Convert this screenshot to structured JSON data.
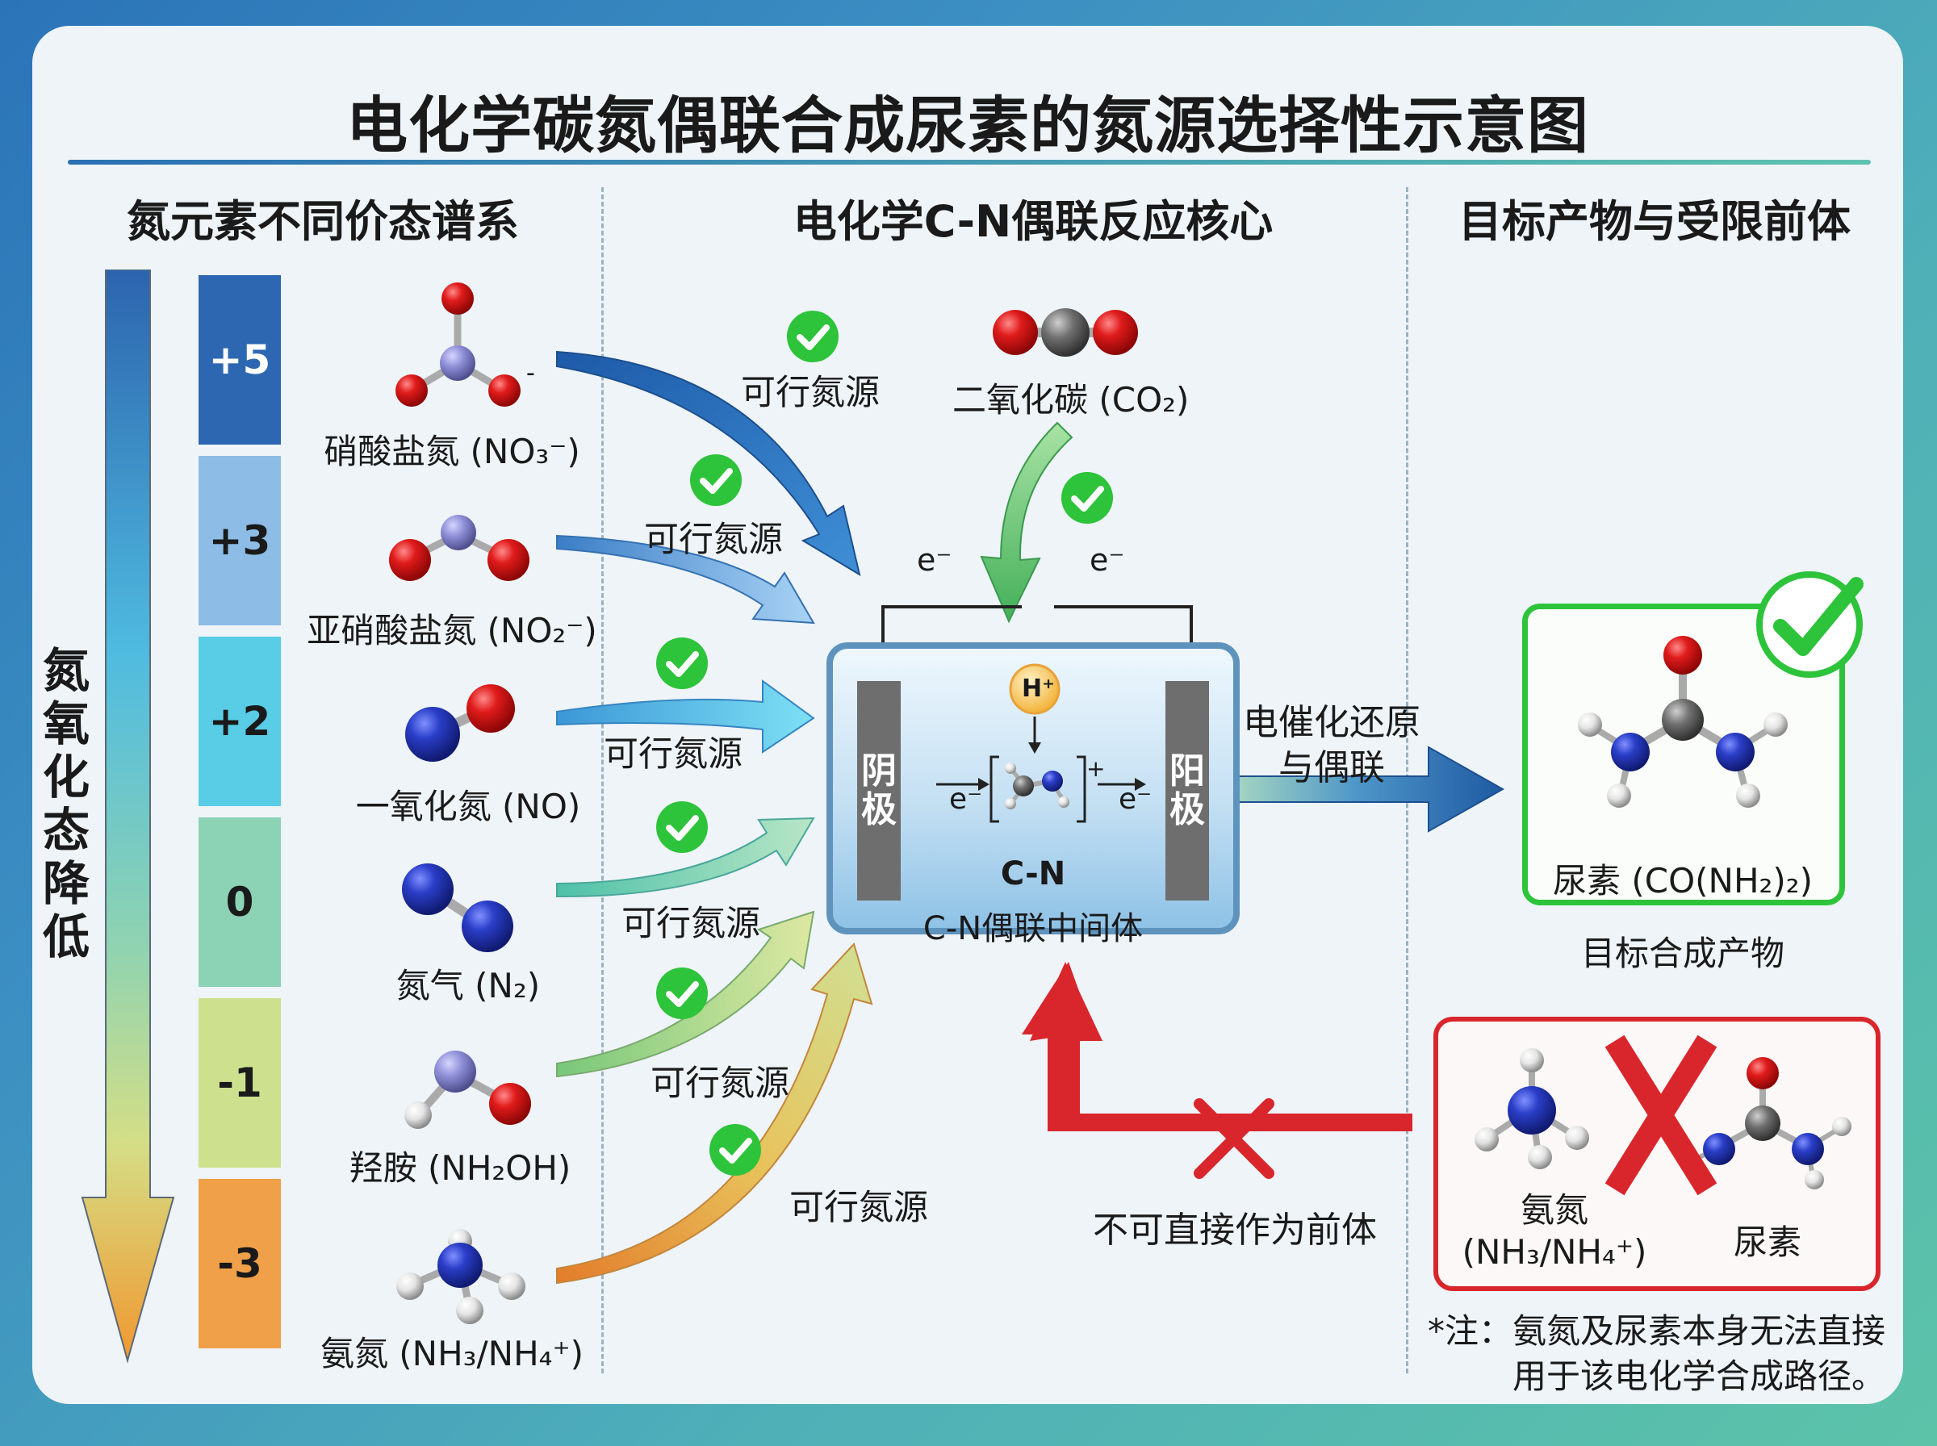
{
  "title": "电化学碳氮偶联合成尿素的氮源选择性示意图",
  "sections": {
    "left": "氮元素不同价态谱系",
    "middle": "电化学C-N偶联反应核心",
    "right": "目标产物与受限前体"
  },
  "axis_label": "氮氧化态降低",
  "oxidation_states": [
    {
      "value": "+5",
      "color": "#2e67b1"
    },
    {
      "value": "+3",
      "color": "#8dbde6"
    },
    {
      "value": "+2",
      "color": "#59cce6"
    },
    {
      "value": "0",
      "color": "#8cd2b5"
    },
    {
      "value": "-1",
      "color": "#cde08d"
    },
    {
      "value": "-3",
      "color": "#f0a048"
    }
  ],
  "species": [
    {
      "label": "硝酸盐氮 (NO₃⁻)"
    },
    {
      "label": "亚硝酸盐氮 (NO₂⁻)"
    },
    {
      "label": "一氧化氮 (NO)"
    },
    {
      "label": "氮气 (N₂)"
    },
    {
      "label": "羟胺 (NH₂OH)"
    },
    {
      "label": "氨氮 (NH₃/NH₄⁺)"
    }
  ],
  "feasible_label": "可行氮源",
  "co2": {
    "label": "二氧化碳 (CO₂)"
  },
  "cell": {
    "cathode": "阴极",
    "anode": "阳极",
    "electron": "e⁻",
    "proton": "H⁺",
    "cn": "C-N",
    "intermediate": "C-N偶联中间体",
    "plus": "+"
  },
  "process_label": "电催化还原与偶联",
  "product": {
    "label": "尿素 (CO(NH₂)₂)",
    "caption": "目标合成产物"
  },
  "restricted": {
    "ammonia_label": "氨氮\n(NH₃/NH₄⁺)",
    "urea_label": "尿素",
    "arrow_label": "不可直接作为前体"
  },
  "note": "*注：氨氮及尿素本身无法直接\n用于该电化学合成路径。",
  "colors": {
    "accept": "#2dc33a",
    "reject": "#d9262c",
    "oxygen": "#e01b1b",
    "nitrogen": "#2a3ec8",
    "carbon": "#707070",
    "hydrogen": "#eeeeee"
  }
}
